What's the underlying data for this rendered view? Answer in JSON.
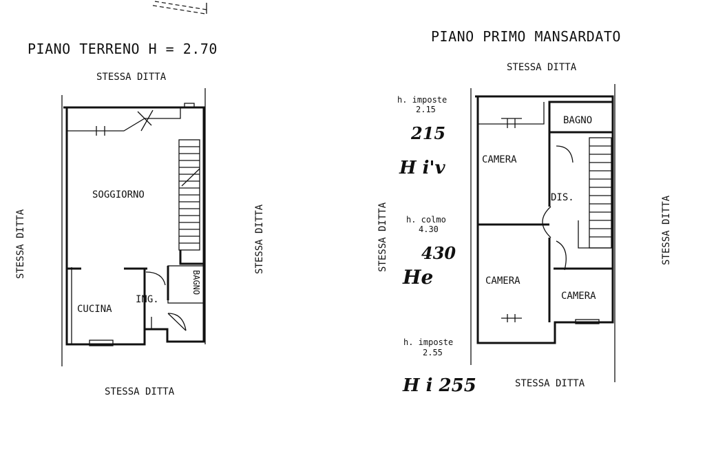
{
  "ground_floor": {
    "title": "PIANO TERRENO H = 2.70",
    "neighbor_top": "STESSA DITTA",
    "neighbor_left": "STESSA DITTA",
    "neighbor_right": "STESSA DITTA",
    "neighbor_bottom": "STESSA DITTA",
    "rooms": {
      "soggiorno": "SOGGIORNO",
      "cucina": "CUCINA",
      "ingresso": "ING.",
      "bagno": "BAGNO"
    }
  },
  "first_floor": {
    "title": "PIANO PRIMO MANSARDATO",
    "neighbor_top": "STESSA DITTA",
    "neighbor_left": "STESSA DITTA",
    "neighbor_right": "STESSA DITTA",
    "neighbor_bottom": "STESSA DITTA",
    "rooms": {
      "bagno": "BAGNO",
      "camera_1": "CAMERA",
      "disimpegno": "DIS.",
      "camera_2": "CAMERA",
      "camera_3": "CAMERA"
    },
    "heights": {
      "imposte_top_label": "h. imposte",
      "imposte_top_value": "2.15",
      "colmo_label": "h. colmo",
      "colmo_value": "4.30",
      "imposte_bottom_label": "h. imposte",
      "imposte_bottom_value": "2.55"
    },
    "handwritten": {
      "note_1": "215",
      "note_2": "H i'v",
      "note_3": "430",
      "note_4": "He",
      "note_5": "H i 255"
    }
  }
}
